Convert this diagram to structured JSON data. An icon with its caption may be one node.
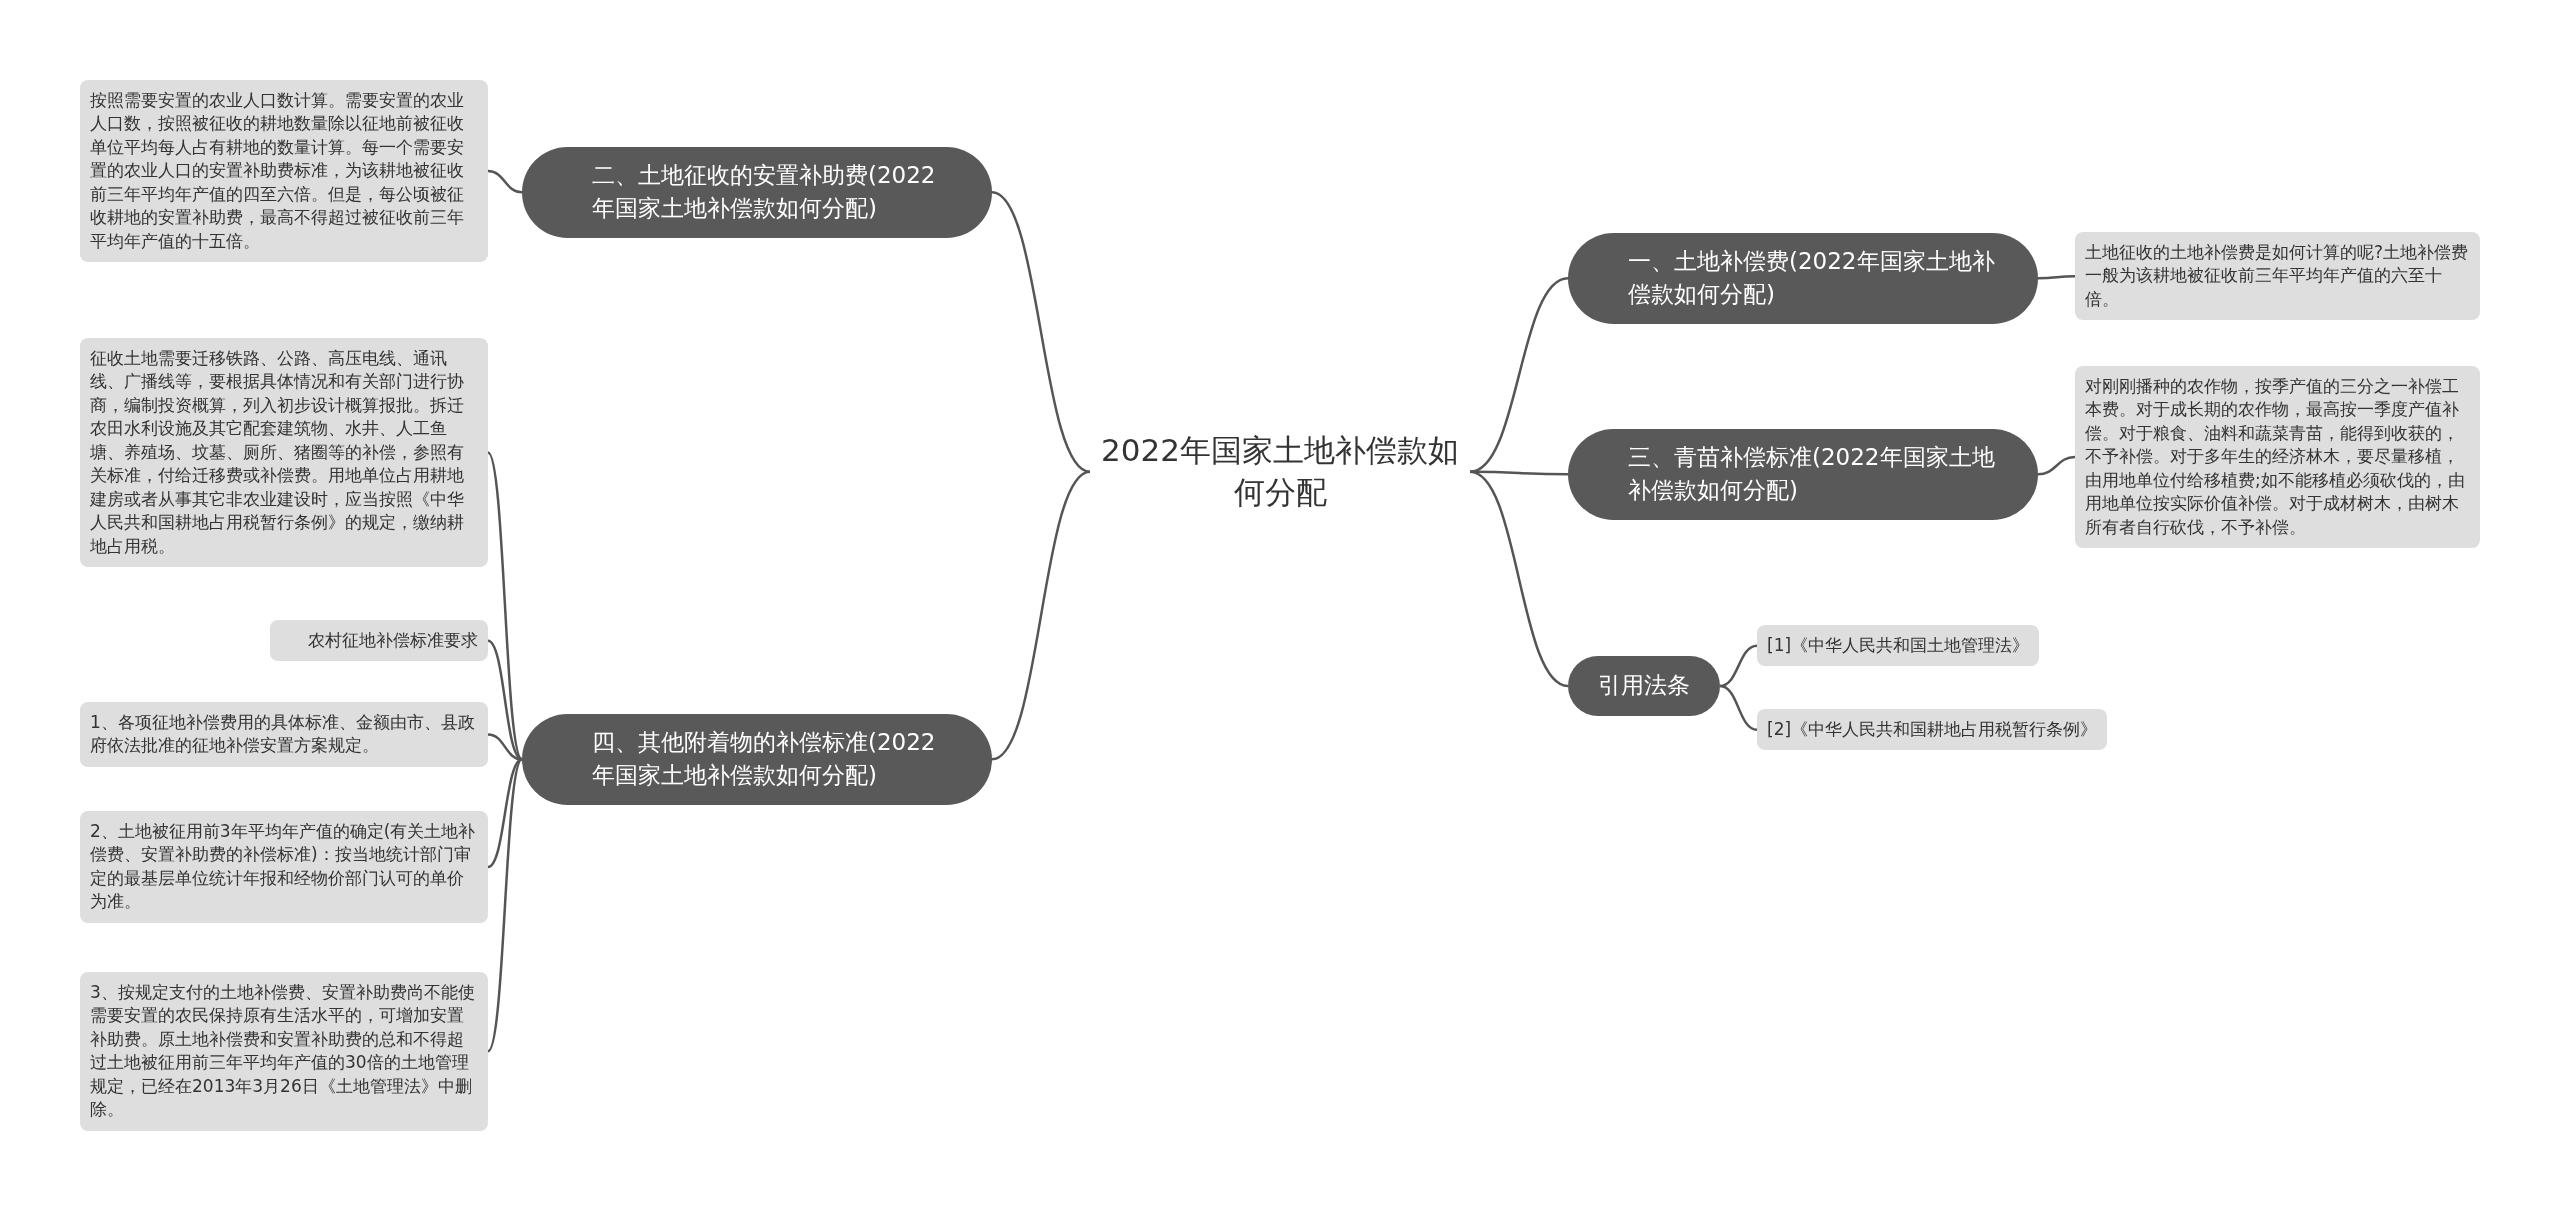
{
  "diagram": {
    "nodes": [
      {
        "text": [
          "2022年国家土地补偿款如何分配"
        ]
      },
      {
        "text": [
          "二、土地征收的安置补助费(2022年国家土地补偿款如何分配)"
        ]
      },
      {
        "text": [
          "按照需要安置的农业人口数计算。需要安置的农业人口数，按照被征收的耕地数量除以征地前被征收单位平均每人占有耕地的数量计算。每一个需要安置的农业人口的安置补助费标准，为该耕地被征收前三年平均年产值的四至六倍。但是，每公顷被征收耕地的安置补助费，最高不得超过被征收前三年平均年产值的十五倍。"
        ]
      },
      {
        "text": [
          "四、其他附着物的补偿标准(2022年国家土地补偿款如何分配)"
        ]
      },
      {
        "text": [
          "征收土地需要迁移铁路、公路、高压电线、通讯线、广播线等，要根据具体情况和有关部门进行协商，编制投资概算，列入初步设计概算报批。拆迁农田水利设施及其它配套建筑物、水井、人工鱼塘、养殖场、坟墓、厕所、猪圈等的补偿，参照有关标准，付给迁移费或补偿费。用地单位占用耕地建房或者从事其它非农业建设时，应当按照《中华人民共和国耕地占用税暂行条例》的规定，缴纳耕地占用税。"
        ]
      },
      {
        "text": [
          "农村征地补偿标准要求"
        ]
      },
      {
        "text": [
          "1、各项征地补偿费用的具体标准、金额由市、县政府依法批准的征地补偿安置方案规定。"
        ]
      },
      {
        "text": [
          "2、土地被征用前3年平均年产值的确定(有关土地补偿费、安置补助费的补偿标准)：按当地统计部门审定的最基层单位统计年报和经物价部门认可的单价为准。"
        ]
      },
      {
        "text": [
          "3、按规定支付的土地补偿费、安置补助费尚不能使需要安置的农民保持原有生活水平的，可增加安置补助费。原土地补偿费和安置补助费的总和不得超过土地被征用前三年平均年产值的30倍的土地管理规定，已经在2013年3月26日《土地管理法》中删除。"
        ]
      },
      {
        "text": [
          "一、土地补偿费(2022年国家土地补偿款如何分配)"
        ]
      },
      {
        "text": [
          "土地征收的土地补偿费是如何计算的呢?土地补偿费一般为该耕地被征收前三年平均年产值的六至十倍。"
        ]
      },
      {
        "text": [
          "三、青苗补偿标准(2022年国家土地补偿款如何分配)"
        ]
      },
      {
        "text": [
          "对刚刚播种的农作物，按季产值的三分之一补偿工本费。对于成长期的农作物，最高按一季度产值补偿。对于粮食、油料和蔬菜青苗，能得到收获的，不予补偿。对于多年生的经济林木，要尽量移植，由用地单位付给移植费;如不能移植必须砍伐的，由用地单位按实际价值补偿。对于成材树木，由树木所有者自行砍伐，不予补偿。"
        ]
      },
      {
        "text": [
          "引用法条"
        ]
      },
      {
        "text": [
          "[1]《中华人民共和国土地管理法》"
        ]
      },
      {
        "text": [
          "[2]《中华人民共和国耕地占用税暂行条例》"
        ]
      }
    ],
    "edges": [
      {
        "from": 0,
        "to": 1,
        "arrow": "none"
      },
      {
        "from": 1,
        "to": 2,
        "arrow": "none"
      },
      {
        "from": 0,
        "to": 3,
        "arrow": "none"
      },
      {
        "from": 3,
        "to": 4,
        "arrow": "none"
      },
      {
        "from": 3,
        "to": 5,
        "arrow": "none"
      },
      {
        "from": 3,
        "to": 6,
        "arrow": "none"
      },
      {
        "from": 3,
        "to": 7,
        "arrow": "none"
      },
      {
        "from": 3,
        "to": 8,
        "arrow": "none"
      },
      {
        "from": 0,
        "to": 9,
        "arrow": "none"
      },
      {
        "from": 9,
        "to": 10,
        "arrow": "none"
      },
      {
        "from": 0,
        "to": 11,
        "arrow": "none"
      },
      {
        "from": 11,
        "to": 12,
        "arrow": "none"
      },
      {
        "from": 0,
        "to": 13,
        "arrow": "none"
      },
      {
        "from": 13,
        "to": 14,
        "arrow": "none"
      },
      {
        "from": 13,
        "to": 15,
        "arrow": "none"
      }
    ]
  }
}
